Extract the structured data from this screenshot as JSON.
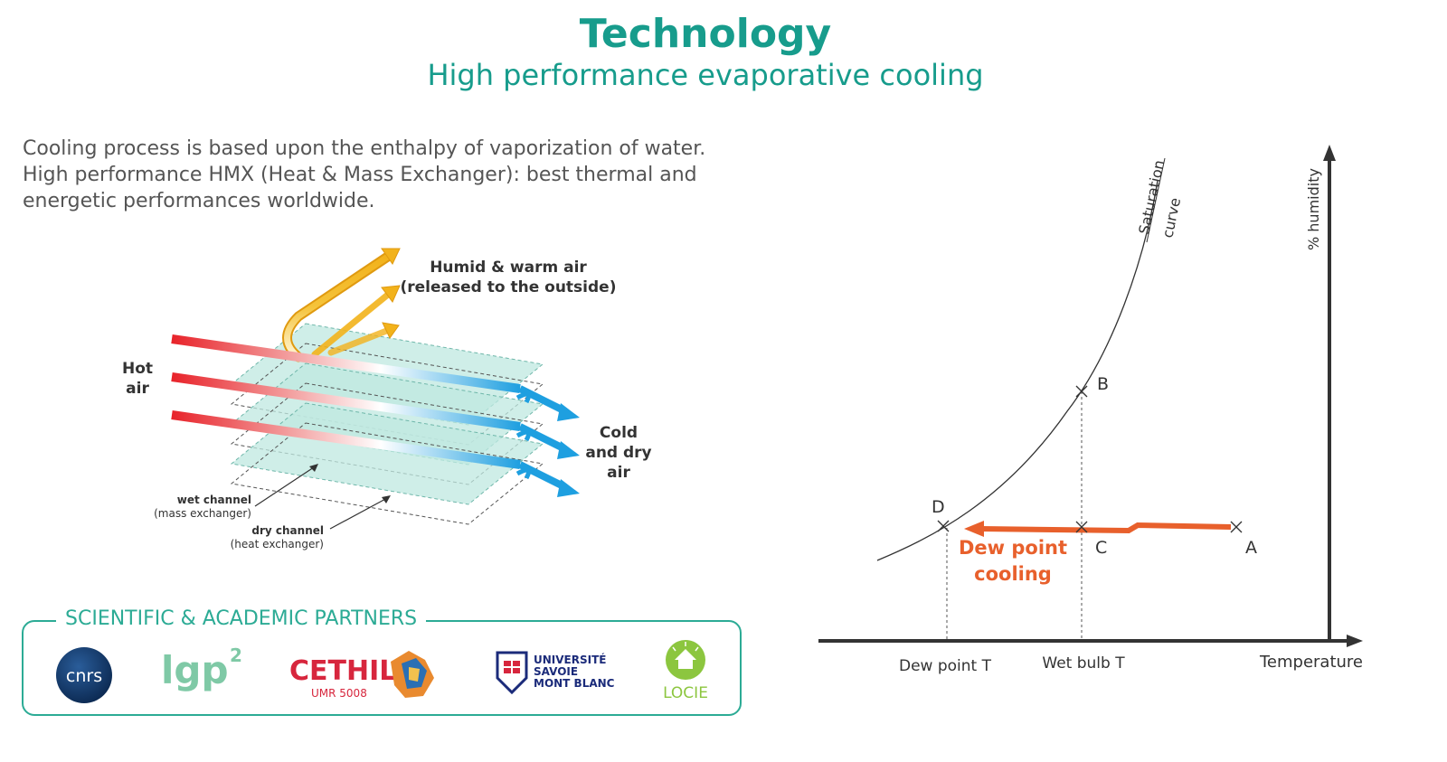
{
  "header": {
    "title": "Technology",
    "subtitle": "High performance evaporative cooling"
  },
  "intro": {
    "line1": "Cooling process is based upon the enthalpy of vaporization of water.",
    "line2": "High performance HMX (Heat & Mass Exchanger):  best thermal and",
    "line3": "energetic performances worldwide."
  },
  "exchanger": {
    "humid_line1": "Humid & warm air",
    "humid_line2": "(released to the outside)",
    "hot_line1": "Hot",
    "hot_line2": "air",
    "cold_line1": "Cold",
    "cold_line2": "and dry",
    "cold_line3": "air",
    "wet_line1": "wet channel",
    "wet_line2": "(mass exchanger)",
    "dry_line1": "dry channel",
    "dry_line2": "(heat exchanger)"
  },
  "psychro": {
    "saturation_line1": "Saturation",
    "saturation_line2": "curve",
    "y_axis_label": "% humidity",
    "x_axis_label": "Temperature",
    "point_a": "A",
    "point_b": "B",
    "point_c": "C",
    "point_d": "D",
    "dew_label_line1": "Dew point",
    "dew_label_line2": "cooling",
    "x_tick_dew": "Dew point T",
    "x_tick_wet": "Wet bulb T",
    "accent_color": "#e8602c"
  },
  "partners": {
    "label": "SCIENTIFIC & ACADEMIC PARTNERS",
    "cnrs": "cnrs",
    "lgp": "lgp",
    "lgp_sup": "2",
    "cethil": "CETHIL",
    "cethil_sub": "UMR 5008",
    "usmb_line1": "UNIVERSITÉ",
    "usmb_line2": "SAVOIE",
    "usmb_line3": "MONT BLANC",
    "locie": "LOCIE"
  },
  "colors": {
    "brand": "#179c8c",
    "partners_border": "#2cab95",
    "hot_air": "#e8232a",
    "cold_air": "#1e9fe0",
    "humid_air": "#f2b21b"
  }
}
